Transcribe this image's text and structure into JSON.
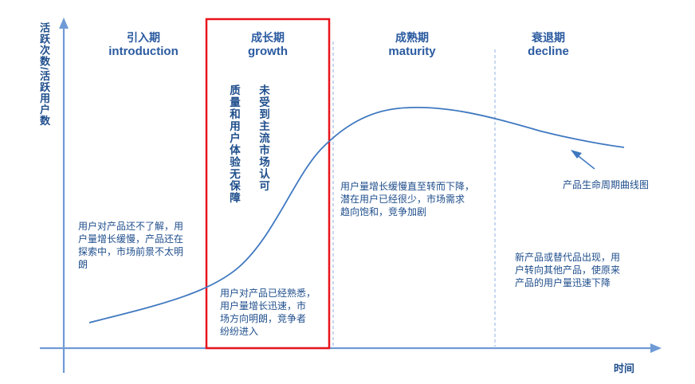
{
  "axes": {
    "y_label": "活跃次数/活跃用户数",
    "x_label": "时间"
  },
  "stages": [
    {
      "zh": "引入期",
      "en": "introduction"
    },
    {
      "zh": "成长期",
      "en": "growth"
    },
    {
      "zh": "成熟期",
      "en": "maturity"
    },
    {
      "zh": "衰退期",
      "en": "decline"
    }
  ],
  "growth_columns": {
    "left": "质量和用户体验无保障",
    "right": "未受到主流市场认可"
  },
  "notes": {
    "introduction": [
      "用户对产品还不了解，用",
      "户量增长缓慢，产品还在",
      "探索中，市场前景不太明",
      "朗"
    ],
    "growth": [
      "用户对产品已经熟悉，",
      "用户量增长迅速，市",
      "场方向明朗，竞争者",
      "纷纷进入"
    ],
    "maturity": [
      "用户量增长缓慢直至转而下降，",
      "潜在用户已经很少，市场需求",
      "趋向饱和，竞争加剧"
    ],
    "decline": [
      "新产品或替代品出现，用",
      "户转向其他产品，使原来",
      "产品的用户量迅速下降"
    ],
    "curve_label": "产品生命周期曲线图"
  },
  "colors": {
    "axis": "#6f9ad6",
    "curve": "#3f78c0",
    "text": "#1f4e8c",
    "title": "#2a5aa0",
    "highlight": "#e8141b"
  }
}
